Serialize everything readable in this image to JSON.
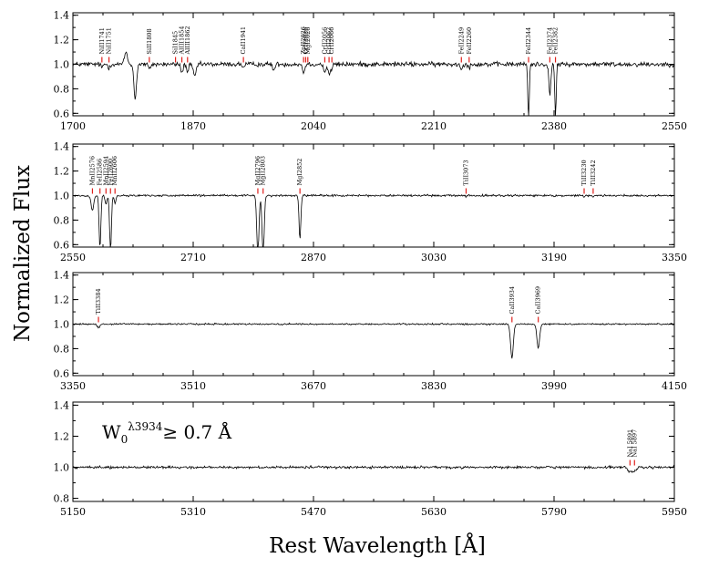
{
  "figure": {
    "ylabel": "Normalized Flux",
    "xlabel": "Rest Wavelength [Å]"
  },
  "colors": {
    "line_marker": "#e0201c",
    "spectrum": "#000000",
    "axes": "#000000"
  },
  "chart_data": [
    {
      "type": "line",
      "xlim": [
        1700,
        2550
      ],
      "ylim": [
        0.58,
        1.42
      ],
      "xticks": [
        1700,
        1870,
        2040,
        2210,
        2380,
        2550
      ],
      "yticks": [
        0.6,
        0.8,
        1.0,
        1.2,
        1.4
      ],
      "grid": false,
      "continuum": 1.0,
      "noise": 0.012,
      "annotation": "",
      "lines": [
        {
          "label": "NiII1741",
          "wave": 1741
        },
        {
          "label": "NiII1751",
          "wave": 1751
        },
        {
          "label": "SiII1808",
          "wave": 1808
        },
        {
          "label": "SiI1845",
          "wave": 1845
        },
        {
          "label": "AlIII1854",
          "wave": 1854
        },
        {
          "label": "AlIII1862",
          "wave": 1862
        },
        {
          "label": "CaII1941",
          "wave": 1941
        },
        {
          "label": "ZnII2026",
          "wave": 2026
        },
        {
          "label": "CrII2026",
          "wave": 2029
        },
        {
          "label": "MgI2026",
          "wave": 2032
        },
        {
          "label": "CrII2056",
          "wave": 2056
        },
        {
          "label": "CrII2062",
          "wave": 2062
        },
        {
          "label": "CrII2066",
          "wave": 2066
        },
        {
          "label": "FeII2249",
          "wave": 2249
        },
        {
          "label": "FeII2260",
          "wave": 2260
        },
        {
          "label": "FeII2344",
          "wave": 2344
        },
        {
          "label": "FeII2374",
          "wave": 2374
        },
        {
          "label": "FeII2382",
          "wave": 2382
        }
      ],
      "absorption": [
        {
          "wave": 1741,
          "depth": 0.03,
          "sigma": 1.2
        },
        {
          "wave": 1751,
          "depth": 0.03,
          "sigma": 1.2
        },
        {
          "wave": 1775,
          "depth": -0.1,
          "sigma": 2.0
        },
        {
          "wave": 1788,
          "depth": 0.28,
          "sigma": 1.8
        },
        {
          "wave": 1808,
          "depth": 0.04,
          "sigma": 1.5
        },
        {
          "wave": 1854,
          "depth": 0.07,
          "sigma": 1.5
        },
        {
          "wave": 1862,
          "depth": 0.06,
          "sigma": 1.5
        },
        {
          "wave": 1872,
          "depth": 0.1,
          "sigma": 2.0
        },
        {
          "wave": 1941,
          "depth": 0.03,
          "sigma": 1.2
        },
        {
          "wave": 1984,
          "depth": 0.05,
          "sigma": 1.5
        },
        {
          "wave": 2026,
          "depth": 0.07,
          "sigma": 1.5
        },
        {
          "wave": 2056,
          "depth": 0.07,
          "sigma": 1.5
        },
        {
          "wave": 2062,
          "depth": 0.09,
          "sigma": 1.5
        },
        {
          "wave": 2066,
          "depth": 0.04,
          "sigma": 1.2
        },
        {
          "wave": 2249,
          "depth": 0.04,
          "sigma": 1.3
        },
        {
          "wave": 2260,
          "depth": 0.03,
          "sigma": 1.3
        },
        {
          "wave": 2344,
          "depth": 0.48,
          "sigma": 1.0
        },
        {
          "wave": 2374,
          "depth": 0.25,
          "sigma": 1.4
        },
        {
          "wave": 2382,
          "depth": 0.45,
          "sigma": 1.0
        }
      ]
    },
    {
      "type": "line",
      "xlim": [
        2550,
        3350
      ],
      "ylim": [
        0.58,
        1.42
      ],
      "xticks": [
        2550,
        2710,
        2870,
        3030,
        3190,
        3350
      ],
      "yticks": [
        0.6,
        0.8,
        1.0,
        1.2,
        1.4
      ],
      "grid": false,
      "continuum": 1.0,
      "noise": 0.005,
      "annotation": "",
      "lines": [
        {
          "label": "MnII2576",
          "wave": 2576
        },
        {
          "label": "FeII2586",
          "wave": 2586
        },
        {
          "label": "MnII2594",
          "wave": 2594
        },
        {
          "label": "FeII2600",
          "wave": 2600
        },
        {
          "label": "MnII2606",
          "wave": 2606
        },
        {
          "label": "MgII2796",
          "wave": 2796
        },
        {
          "label": "MgII2803",
          "wave": 2803
        },
        {
          "label": "MgI2852",
          "wave": 2852
        },
        {
          "label": "TiII3073",
          "wave": 3073
        },
        {
          "label": "TiII3230",
          "wave": 3230
        },
        {
          "label": "TiII3242",
          "wave": 3242
        }
      ],
      "absorption": [
        {
          "wave": 2576,
          "depth": 0.12,
          "sigma": 1.8
        },
        {
          "wave": 2586,
          "depth": 0.42,
          "sigma": 1.2
        },
        {
          "wave": 2594,
          "depth": 0.07,
          "sigma": 1.2
        },
        {
          "wave": 2600,
          "depth": 0.46,
          "sigma": 1.2
        },
        {
          "wave": 2606,
          "depth": 0.06,
          "sigma": 1.2
        },
        {
          "wave": 2796,
          "depth": 0.5,
          "sigma": 1.4
        },
        {
          "wave": 2803,
          "depth": 0.5,
          "sigma": 1.4
        },
        {
          "wave": 2852,
          "depth": 0.36,
          "sigma": 1.2
        },
        {
          "wave": 3073,
          "depth": 0.01,
          "sigma": 1.0
        },
        {
          "wave": 3230,
          "depth": 0.01,
          "sigma": 1.0
        },
        {
          "wave": 3242,
          "depth": 0.01,
          "sigma": 1.0
        }
      ]
    },
    {
      "type": "line",
      "xlim": [
        3350,
        4150
      ],
      "ylim": [
        0.58,
        1.42
      ],
      "xticks": [
        3350,
        3510,
        3670,
        3830,
        3990,
        4150
      ],
      "yticks": [
        0.6,
        0.8,
        1.0,
        1.2,
        1.4
      ],
      "grid": false,
      "continuum": 1.0,
      "noise": 0.004,
      "annotation": "",
      "lines": [
        {
          "label": "TiII3384",
          "wave": 3384
        },
        {
          "label": "CaII3934",
          "wave": 3934
        },
        {
          "label": "CaII3969",
          "wave": 3969
        }
      ],
      "absorption": [
        {
          "wave": 3384,
          "depth": 0.03,
          "sigma": 1.5
        },
        {
          "wave": 3934,
          "depth": 0.28,
          "sigma": 1.8
        },
        {
          "wave": 3969,
          "depth": 0.2,
          "sigma": 1.8
        }
      ]
    },
    {
      "type": "line",
      "xlim": [
        5150,
        5950
      ],
      "ylim": [
        0.78,
        1.42
      ],
      "xticks": [
        5150,
        5310,
        5470,
        5630,
        5790,
        5950
      ],
      "yticks": [
        0.8,
        1.0,
        1.2,
        1.4
      ],
      "grid": false,
      "continuum": 1.0,
      "noise": 0.005,
      "annotation": {
        "main": "W",
        "sub": "0",
        "sup": "λ3934",
        "rest": "≥ 0.7 Å"
      },
      "lines": [
        {
          "label": "NaI 5891",
          "wave": 5891
        },
        {
          "label": "NaI 5897",
          "wave": 5897
        }
      ],
      "absorption": [
        {
          "wave": 5891,
          "depth": 0.03,
          "sigma": 2.5
        },
        {
          "wave": 5897,
          "depth": 0.025,
          "sigma": 2.5
        }
      ]
    }
  ]
}
